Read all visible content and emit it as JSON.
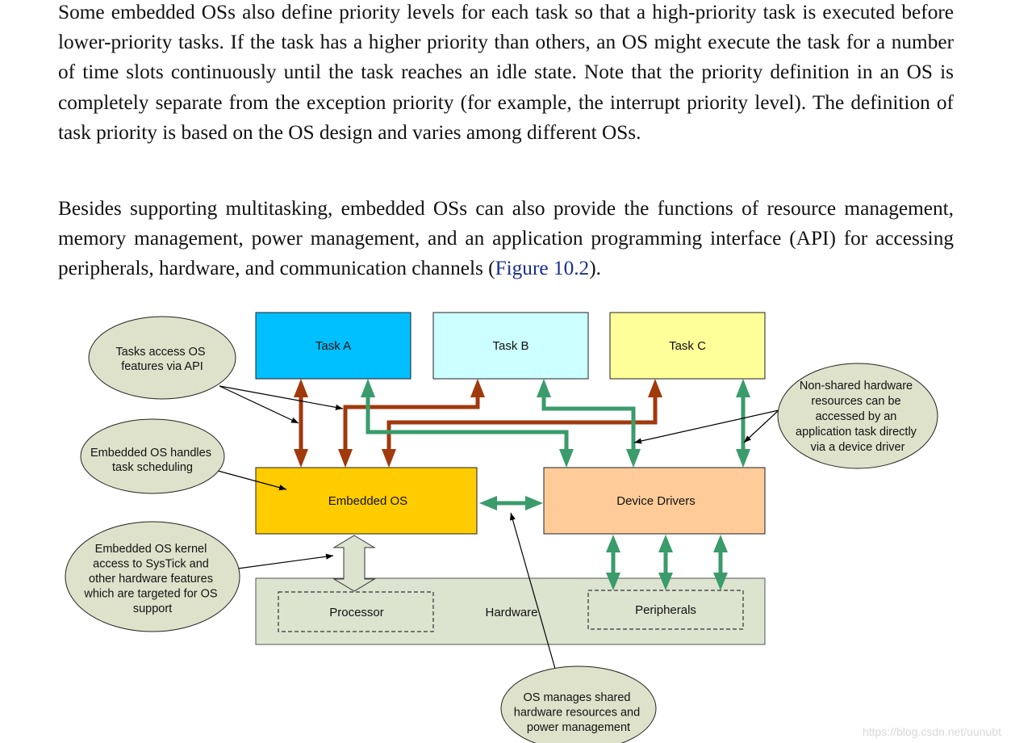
{
  "paragraphs": {
    "p1": "Some embedded OSs also define priority levels for each task so that a high-priority task is executed before lower-priority tasks. If the task has a higher priority than others, an OS might execute the task for a number of time slots continuously until the task reaches an idle state. Note that the priority definition in an OS is completely separate from the exception priority (for example, the interrupt priority level). The definition of task priority is based on the OS design and varies among different OSs.",
    "p2_before": "Besides supporting multitasking, embedded OSs can also provide the functions of resource management, memory management, power management, and an application programming interface (API) for accessing peripherals, hardware, and communication channels (",
    "p2_link": "Figure 10.2",
    "p2_after": ")."
  },
  "diagram": {
    "boxes": {
      "task_a": "Task A",
      "task_b": "Task B",
      "task_c": "Task C",
      "embedded_os": "Embedded OS",
      "device_drivers": "Device Drivers",
      "hardware": "Hardware",
      "processor": "Processor",
      "peripherals": "Peripherals"
    },
    "bubbles": {
      "api": [
        "Tasks access OS",
        "features via API"
      ],
      "scheduling": [
        "Embedded OS handles",
        "task scheduling"
      ],
      "kernel": [
        "Embedded OS kernel",
        "access to SysTick and",
        "other hardware features",
        "which are targeted for OS",
        "support"
      ],
      "nonshared": [
        "Non-shared hardware",
        "resources can be",
        "accessed by an",
        "application task directly",
        "via a device driver"
      ],
      "shared": [
        "OS manages shared",
        "hardware resources and",
        "power management"
      ]
    },
    "colors": {
      "task_a": "#00bfff",
      "task_b": "#ccffff",
      "task_c": "#ffff99",
      "embedded_os": "#ffcc00",
      "device_drivers": "#ffcc99",
      "hardware": "#dce3cf",
      "bubble": "#dfe2ca",
      "brown_arrow": "#a0390c",
      "green_arrow": "#3a9b6b"
    }
  },
  "watermark": "https://blog.csdn.net/uunubt"
}
